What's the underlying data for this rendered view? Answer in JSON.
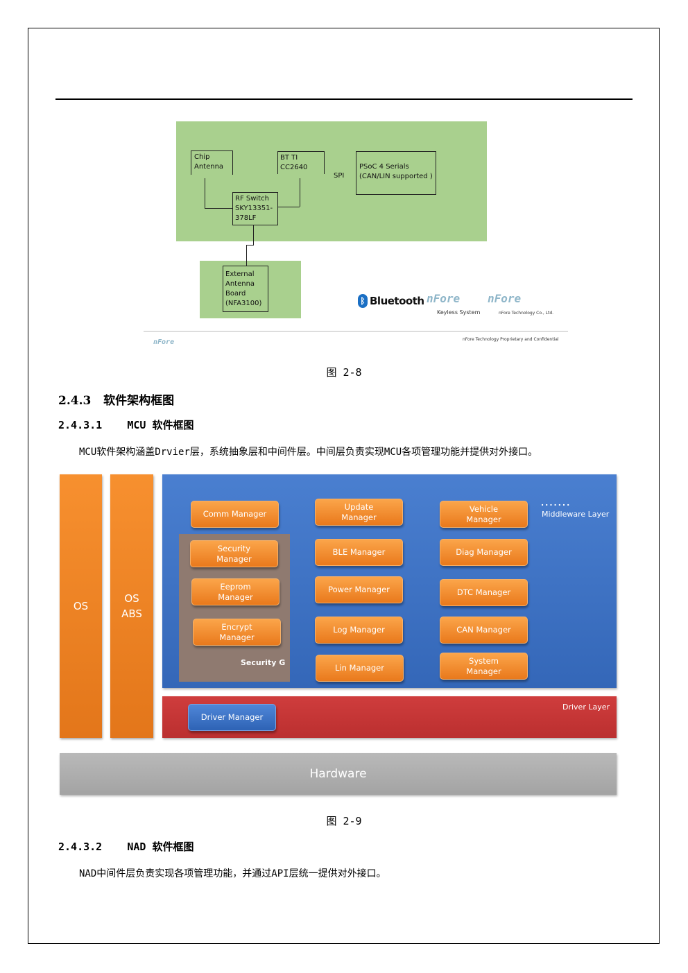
{
  "figure_2_8": {
    "chip_antenna": "Chip\nAntenna",
    "bt_ti": "BT TI\nCC2640",
    "spi": "SPI",
    "psoc": "PSoC 4 Serials\n(CAN/LIN supported )",
    "rf_switch": "RF Switch\nSKY13351-\n378LF",
    "external_antenna": "External\nAntenna\nBoard\n(NFA3100)",
    "bluetooth_logo": "Bluetooth",
    "nfore_logo_1": "nFore",
    "nfore_caption_1": "Keyless System",
    "nfore_logo_2": "nFore",
    "nfore_caption_2": "nFore Technology Co., Ltd.",
    "footer_logo": "nFore",
    "footer_text": "nFore Technology Proprietary and Confidential",
    "caption": "图 2-8"
  },
  "section_243": {
    "number": "2.4.3",
    "title": "软件架构框图"
  },
  "section_2431": {
    "number": "2.4.3.1",
    "title": "MCU 软件框图",
    "text": "MCU软件架构涵盖Drvier层，系统抽象层和中间件层。中间层负责实现MCU各项管理功能并提供对外接口。"
  },
  "figure_2_9": {
    "os": "OS",
    "os_abs": "OS\nABS",
    "middleware_label": "Middleware Layer",
    "driver_label": "Driver Layer",
    "security_group": "Security G",
    "hardware": "Hardware",
    "managers": {
      "comm": "Comm Manager",
      "update": "Update\nManager",
      "vehicle": "Vehicle\nManager",
      "security": "Security\nManager",
      "ble": "BLE Manager",
      "diag": "Diag Manager",
      "eeprom": "Eeprom\nManager",
      "power": "Power Manager",
      "dtc": "DTC Manager",
      "encrypt": "Encrypt\nManager",
      "log": "Log Manager",
      "can": "CAN Manager",
      "lin": "Lin Manager",
      "system": "System\nManager",
      "driver": "Driver Manager"
    },
    "caption": "图 2-9",
    "colors": {
      "middleware": "#3a6fc0",
      "driver": "#c43535",
      "manager": "#f08a2a",
      "hardware": "#b0b0b0",
      "security_group": "#8f7a70"
    }
  },
  "section_2432": {
    "number": "2.4.3.2",
    "title": "NAD 软件框图",
    "text": "NAD中间件层负责实现各项管理功能，并通过API层统一提供对外接口。"
  }
}
